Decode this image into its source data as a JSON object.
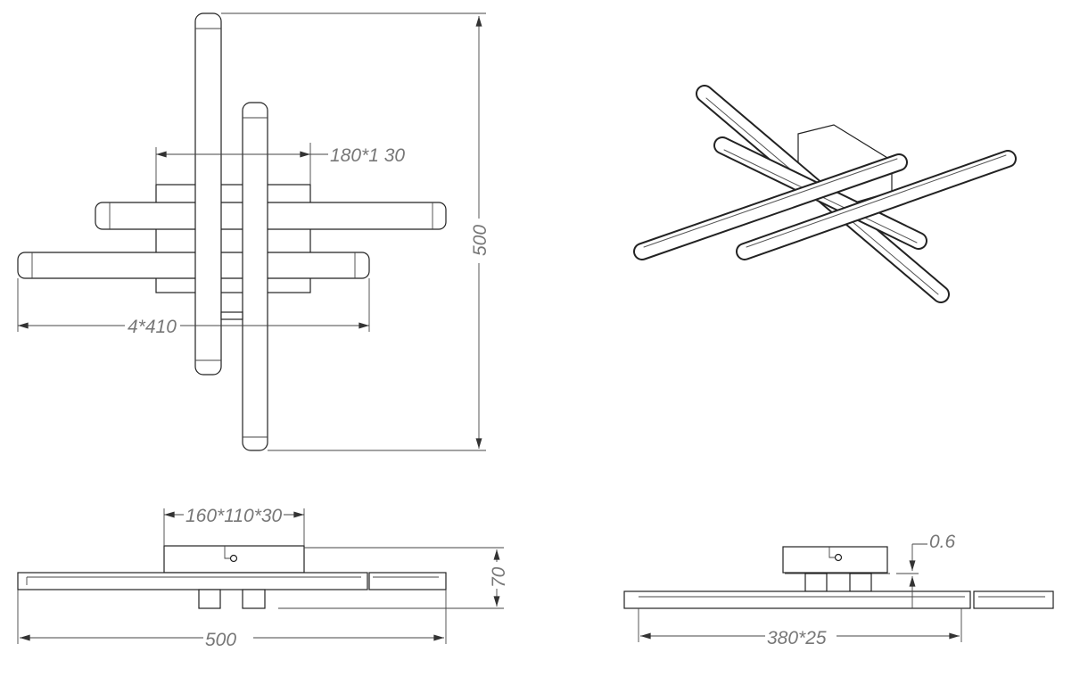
{
  "top_view": {
    "canopy_dimension": "180*1 30",
    "overall_height": "500",
    "bar_length": "4*410"
  },
  "side_view": {
    "canopy_size": "160*110*30",
    "total_height": "70",
    "overall_width": "500"
  },
  "end_view": {
    "gap": "0.6",
    "bar_size": "380*25"
  },
  "colors": {
    "line": "#222222",
    "dimension_text": "#777777"
  }
}
